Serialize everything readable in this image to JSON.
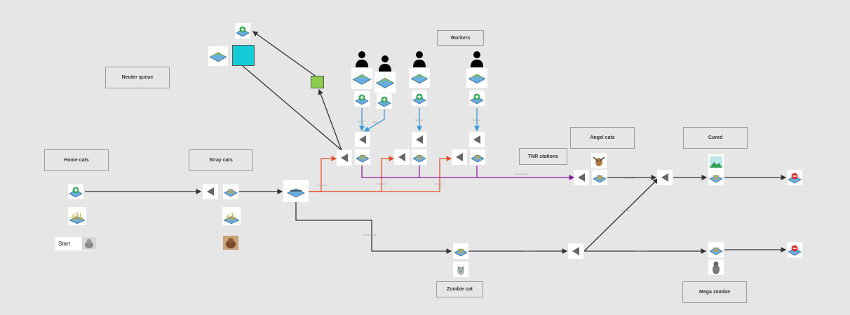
{
  "labels": {
    "workers": "Workers",
    "neuter_queue": "Neuter queue",
    "home_cats": "Home cats",
    "stray_cats": "Stray cats",
    "angel_cats": "Angel cats",
    "cured": "Cured",
    "tnr_stations": "TNR stations",
    "zombie_cat": "Zombie cat",
    "mega_zombie": "Mega zombie",
    "start": "Start"
  },
  "colors": {
    "background": "#e6e6e6",
    "flow_default": "#333333",
    "flow_orange": "#e8502a",
    "flow_blue": "#3a9ad9",
    "flow_purple": "#8b1a9e",
    "queue_teal": "#14ccd5",
    "resource_green": "#8cce4b"
  },
  "icons": [
    "source-icon",
    "server-tile-icon",
    "delay-icon",
    "tool-tile-icon",
    "chart-tile-icon",
    "sink-icon",
    "cat-photo-icon",
    "angel-cat-icon",
    "landscape-icon",
    "zombie-cat-icon",
    "mega-zombie-icon",
    "worker-icon"
  ]
}
